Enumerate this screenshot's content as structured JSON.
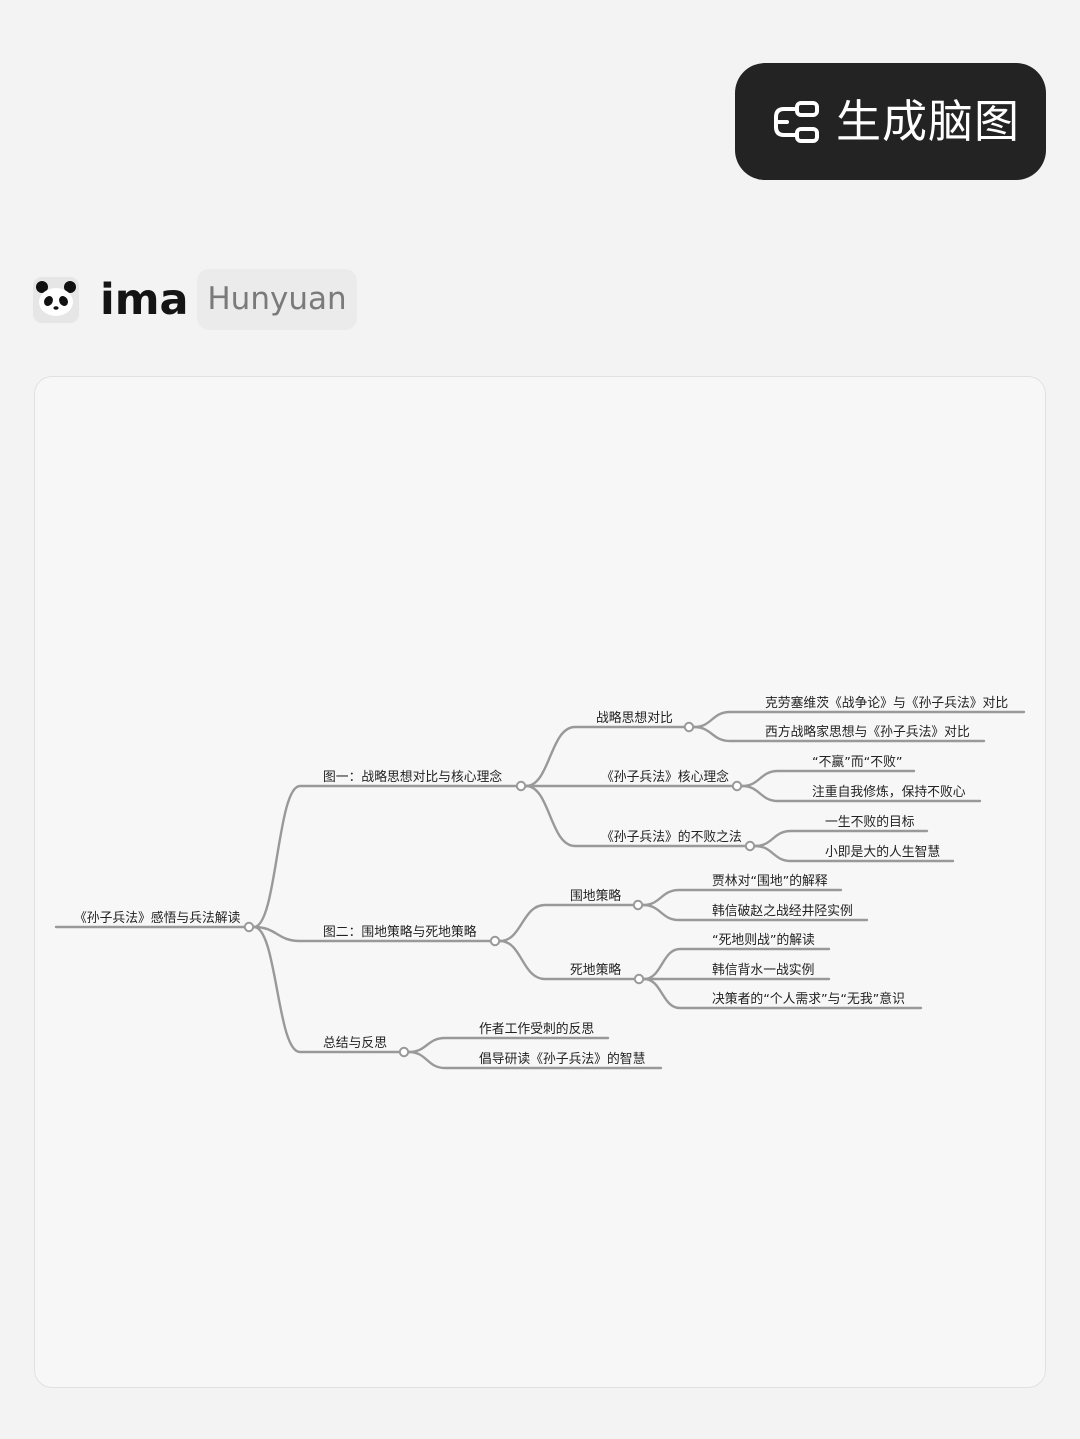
{
  "toolbar": {
    "generate_mindmap_label": "生成脑图",
    "generate_mindmap_icon": "mindmap-icon"
  },
  "brand": {
    "logo_icon": "panda-icon",
    "app_name": "ima",
    "model_name": "Hunyuan"
  },
  "mindmap": {
    "root": {
      "label": "《孙子兵法》感悟与兵法解读",
      "color": "#1f1fa3"
    },
    "branches": [
      {
        "label": "图一：战略思想对比与核心理念",
        "color": "#e8a81c",
        "children": [
          {
            "label": "战略思想对比",
            "color": "#2ed42e",
            "children": [
              {
                "label": "克劳塞维茨《战争论》与《孙子兵法》对比",
                "color": "#cc1414"
              },
              {
                "label": "西方战略家思想与《孙子兵法》对比",
                "color": "#7a1c86"
              }
            ]
          },
          {
            "label": "《孙子兵法》核心理念",
            "color": "#8b4a16",
            "children": [
              {
                "label": "“不赢”而“不败”",
                "color": "#f5c5cf"
              },
              {
                "label": "注重自我修炼，保持不败心",
                "color": "#30e3ea"
              }
            ]
          },
          {
            "label": "《孙子兵法》的不败之法",
            "color": "#4a0a78",
            "children": [
              {
                "label": "一生不败的目标",
                "color": "#9aee9a"
              },
              {
                "label": "小即是大的人生智慧",
                "color": "#1f1fa3"
              }
            ]
          }
        ]
      },
      {
        "label": "图二：围地策略与死地策略",
        "color": "#e8a81c",
        "children": [
          {
            "label": "围地策略",
            "color": "#2ed42e",
            "children": [
              {
                "label": "贾林对“围地”的解释",
                "color": "#cc1414"
              },
              {
                "label": "韩信破赵之战经井陉实例",
                "color": "#7a1c86"
              }
            ]
          },
          {
            "label": "死地策略",
            "color": "#8b4a16",
            "children": [
              {
                "label": "“死地则战”的解读",
                "color": "#f5c5cf"
              },
              {
                "label": "韩信背水一战实例",
                "color": "#30e3ea"
              },
              {
                "label": "决策者的“个人需求”与“无我”意识",
                "color": "#5a1278"
              }
            ]
          }
        ]
      },
      {
        "label": "总结与反思",
        "color": "#9aee9a",
        "children": [
          {
            "label": "作者工作受刺的反思",
            "color": "#1f1fa3"
          },
          {
            "label": "倡导研读《孙子兵法》的智慧",
            "color": "#e8a81c"
          }
        ]
      }
    ]
  }
}
